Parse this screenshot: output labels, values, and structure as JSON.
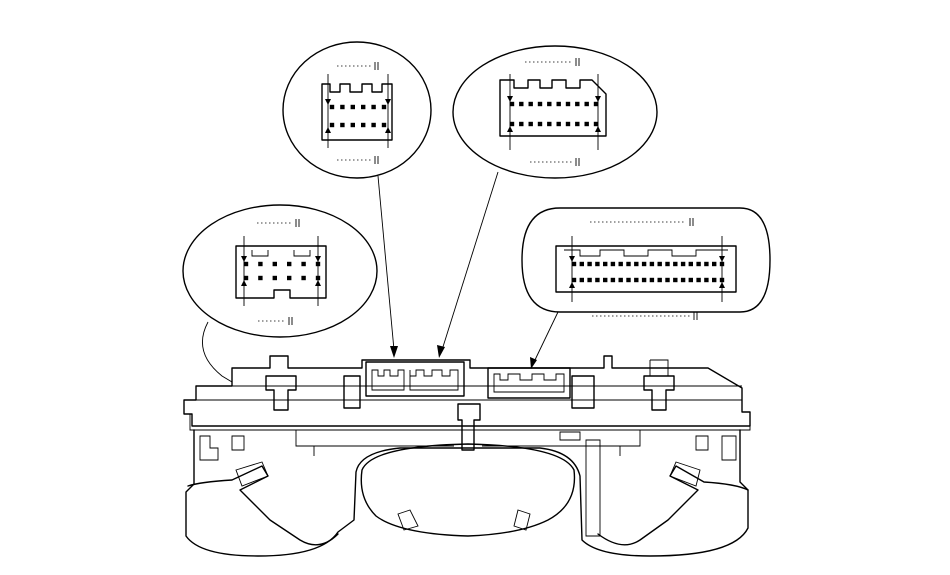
{
  "diagram": {
    "description_free": true,
    "callouts": [
      {
        "id": "connector-a",
        "rows": 2,
        "top_pins": 6,
        "bottom_pins": 6
      },
      {
        "id": "connector-b",
        "rows": 2,
        "top_pins": 10,
        "bottom_pins": 10
      },
      {
        "id": "connector-c",
        "rows": 2,
        "top_pins": 6,
        "bottom_pins": 6
      },
      {
        "id": "connector-d",
        "rows": 2,
        "top_pins": 20,
        "bottom_pins": 20
      }
    ]
  }
}
